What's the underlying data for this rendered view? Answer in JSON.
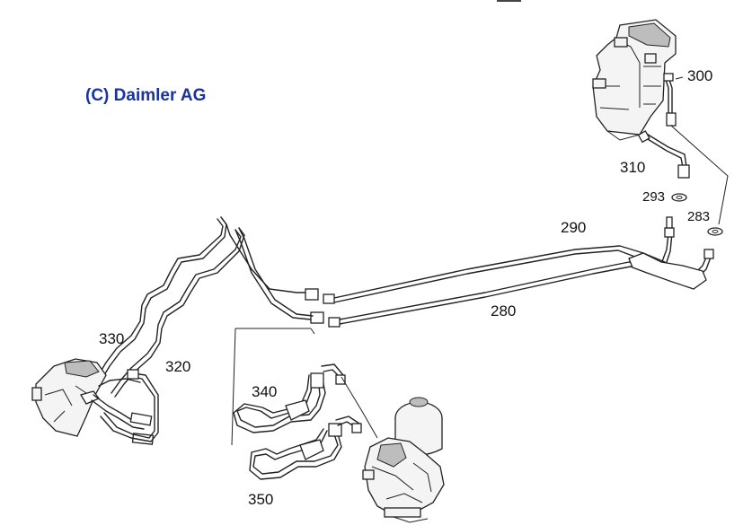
{
  "copyright": "(C) Daimler AG",
  "callouts": {
    "c300": "300",
    "c310": "310",
    "c293": "293",
    "c283": "283",
    "c290": "290",
    "c280": "280",
    "c330": "330",
    "c320": "320",
    "c340": "340",
    "c350": "350"
  }
}
